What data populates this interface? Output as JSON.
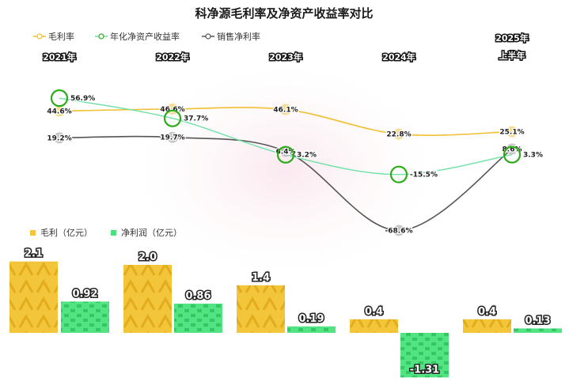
{
  "title": "科净源毛利率及净资产收益率对比",
  "chart_data": [
    {
      "type": "line",
      "categories": [
        [
          "2021年"
        ],
        [
          "2022年"
        ],
        [
          "2023年"
        ],
        [
          "2024年"
        ],
        [
          "2025年",
          "上半年"
        ]
      ],
      "series": [
        {
          "name": "毛利率",
          "color": "#f0c030",
          "values": [
            44.6,
            46.6,
            46.1,
            22.8,
            25.1
          ],
          "labels": [
            "44.6%",
            "46.6%",
            "46.1%",
            "22.8%",
            "25.1%"
          ]
        },
        {
          "name": "年化净资产收益率",
          "color": "#6fe0a8",
          "marker_color": "#2eaa1a",
          "values": [
            56.9,
            37.7,
            3.2,
            -15.5,
            3.3
          ],
          "labels": [
            "56.9%",
            "37.7%",
            "3.2%",
            "-15.5%",
            "3.3%"
          ]
        },
        {
          "name": "销售净利率",
          "color": "#555555",
          "values": [
            19.2,
            19.7,
            6.4,
            -68.6,
            8.6
          ],
          "labels": [
            "19.2%",
            "19.7%",
            "6.4%",
            "-68.6%",
            "8.6%"
          ]
        }
      ]
    },
    {
      "type": "bar",
      "categories": [
        "2021年",
        "2022年",
        "2023年",
        "2024年",
        "2025年上半年"
      ],
      "series": [
        {
          "name": "毛利（亿元）",
          "color": "#f2c53a",
          "values": [
            2.1,
            2.0,
            1.4,
            0.4,
            0.4
          ],
          "labels": [
            "2.1",
            "2.0",
            "1.4",
            "0.4",
            "0.4"
          ]
        },
        {
          "name": "净利润（亿元）",
          "color": "#4de07c",
          "values": [
            0.92,
            0.86,
            0.19,
            -1.31,
            0.13
          ],
          "labels": [
            "0.92",
            "0.86",
            "0.19",
            "-1.31",
            "0.13"
          ]
        }
      ]
    }
  ]
}
